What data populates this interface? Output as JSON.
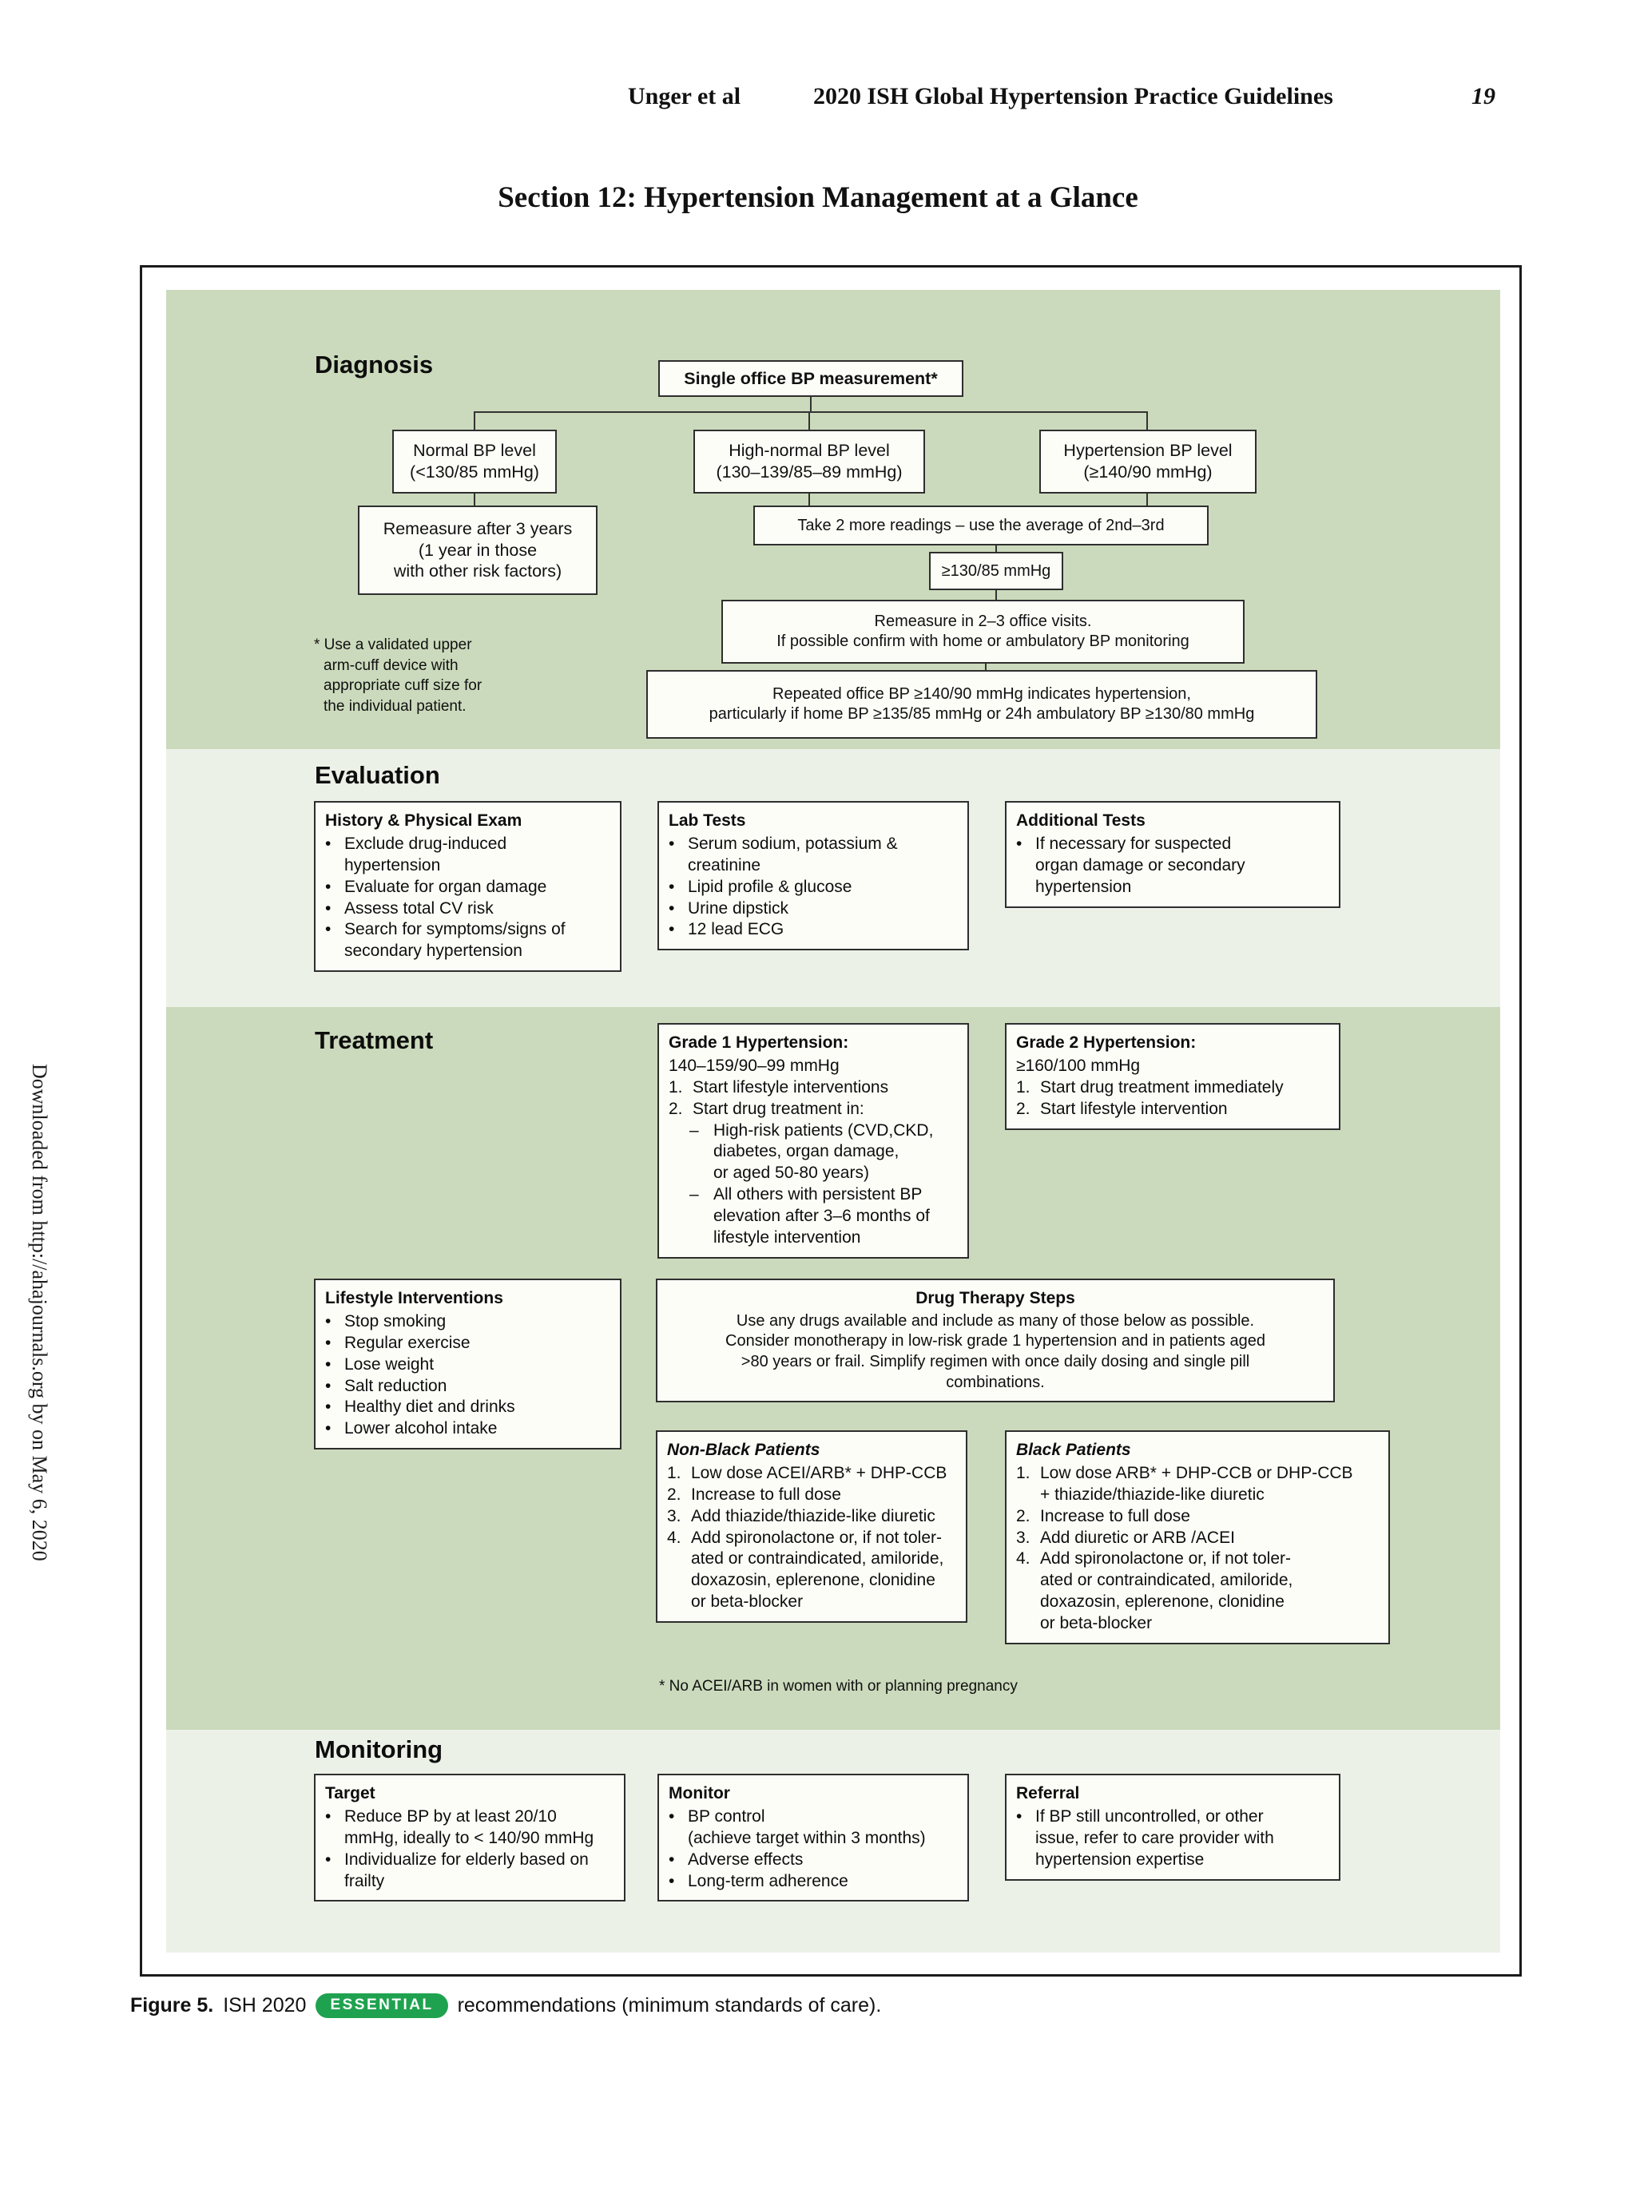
{
  "header": {
    "authors": "Unger et al",
    "journal_title": "2020 ISH Global Hypertension Practice Guidelines",
    "page_number": "19"
  },
  "section_title": "Section 12: Hypertension Management at a Glance",
  "watermark": "Downloaded from http://ahajournals.org by on May 6, 2020",
  "figure": {
    "colors": {
      "band_green": "#cbdabc",
      "band_light": "#ecf1e8",
      "box_bg": "#fdfdf8",
      "box_border": "#2e2e2e",
      "badge_green": "#1fa24f"
    },
    "diagnosis": {
      "heading": "Diagnosis",
      "single_office": "Single office BP measurement*",
      "normal": "Normal BP level\n(<130/85 mmHg)",
      "high_normal": "High-normal BP level\n(130–139/85–89 mmHg)",
      "hypertension": "Hypertension BP level\n(≥140/90 mmHg)",
      "remeasure_3_years": "Remeasure after 3 years\n(1 year in those\nwith other risk factors)",
      "take_2_readings": "Take 2 more readings – use the average of 2nd–3rd",
      "threshold": "≥130/85 mmHg",
      "remeasure_visits": "Remeasure in 2–3 office visits.\nIf possible confirm with home or ambulatory BP monitoring",
      "repeated_bp": "Repeated office BP ≥140/90 mmHg indicates hypertension,\nparticularly if home BP ≥135/85 mmHg or 24h ambulatory BP ≥130/80 mmHg",
      "footnote": "* Use a validated upper\narm-cuff device with\nappropriate cuff size for\nthe individual patient."
    },
    "evaluation": {
      "heading": "Evaluation",
      "history": {
        "title": "History & Physical Exam",
        "items": [
          {
            "m": "•",
            "t": "Exclude drug-induced\nhypertension"
          },
          {
            "m": "•",
            "t": "Evaluate for organ damage"
          },
          {
            "m": "•",
            "t": "Assess total CV risk"
          },
          {
            "m": "•",
            "t": "Search for symptoms/signs of\nsecondary hypertension"
          }
        ]
      },
      "lab": {
        "title": "Lab Tests",
        "items": [
          {
            "m": "•",
            "t": "Serum sodium, potassium &\ncreatinine"
          },
          {
            "m": "•",
            "t": "Lipid profile & glucose"
          },
          {
            "m": "•",
            "t": "Urine dipstick"
          },
          {
            "m": "•",
            "t": "12 lead ECG"
          }
        ]
      },
      "additional": {
        "title": "Additional Tests",
        "items": [
          {
            "m": "•",
            "t": "If necessary for suspected\norgan damage or secondary\nhypertension"
          }
        ]
      }
    },
    "treatment": {
      "heading": "Treatment",
      "grade1": {
        "title": "Grade 1 Hypertension:",
        "subtitle": "140–159/90–99 mmHg",
        "items": [
          {
            "m": "1.",
            "t": "Start lifestyle interventions"
          },
          {
            "m": "2.",
            "t": "Start drug treatment in:"
          },
          {
            "m": "–",
            "t": "High-risk patients (CVD,CKD,\ndiabetes, organ damage,\nor aged 50-80 years)",
            "ind": 1
          },
          {
            "m": "–",
            "t": "All others with persistent BP\nelevation after 3–6 months of\nlifestyle intervention",
            "ind": 1
          }
        ]
      },
      "grade2": {
        "title": "Grade 2 Hypertension:",
        "subtitle": "≥160/100 mmHg",
        "items": [
          {
            "m": "1.",
            "t": "Start drug treatment immediately"
          },
          {
            "m": "2.",
            "t": "Start lifestyle intervention"
          }
        ]
      },
      "lifestyle": {
        "title": "Lifestyle Interventions",
        "items": [
          {
            "m": "•",
            "t": "Stop smoking"
          },
          {
            "m": "•",
            "t": "Regular exercise"
          },
          {
            "m": "•",
            "t": "Lose weight"
          },
          {
            "m": "•",
            "t": "Salt reduction"
          },
          {
            "m": "•",
            "t": "Healthy diet and drinks"
          },
          {
            "m": "•",
            "t": "Lower alcohol intake"
          }
        ]
      },
      "drug_therapy": {
        "title": "Drug Therapy Steps",
        "body": "Use any drugs available and include as many of those below as possible.\nConsider monotherapy in low-risk grade 1 hypertension and in patients aged\n>80 years or frail. Simplify regimen with once daily dosing and single pill\ncombinations."
      },
      "non_black": {
        "title": "Non-Black Patients",
        "items": [
          {
            "m": "1.",
            "t": "Low dose ACEI/ARB* + DHP-CCB"
          },
          {
            "m": "2.",
            "t": "Increase to full dose"
          },
          {
            "m": "3.",
            "t": "Add thiazide/thiazide-like diuretic"
          },
          {
            "m": "4.",
            "t": "Add spironolactone or, if not toler-\nated or contraindicated, amiloride,\ndoxazosin, eplerenone, clonidine\nor beta-blocker"
          }
        ]
      },
      "black": {
        "title": "Black Patients",
        "items": [
          {
            "m": "1.",
            "t": "Low dose ARB* + DHP-CCB or DHP-CCB\n+ thiazide/thiazide-like diuretic"
          },
          {
            "m": "2.",
            "t": "Increase to full dose"
          },
          {
            "m": "3.",
            "t": "Add diuretic or ARB /ACEI"
          },
          {
            "m": "4.",
            "t": "Add spironolactone or, if not toler-\nated or contraindicated, amiloride,\ndoxazosin, eplerenone, clonidine\nor beta-blocker"
          }
        ]
      },
      "footnote": "* No ACEI/ARB in women with or planning pregnancy"
    },
    "monitoring": {
      "heading": "Monitoring",
      "target": {
        "title": "Target",
        "items": [
          {
            "m": "•",
            "t": "Reduce BP by at least 20/10\nmmHg, ideally to < 140/90 mmHg"
          },
          {
            "m": "•",
            "t": "Individualize for elderly based on\nfrailty"
          }
        ]
      },
      "monitor": {
        "title": "Monitor",
        "items": [
          {
            "m": "•",
            "t": "BP control\n(achieve target within 3 months)"
          },
          {
            "m": "•",
            "t": "Adverse effects"
          },
          {
            "m": "•",
            "t": "Long-term adherence"
          }
        ]
      },
      "referral": {
        "title": "Referral",
        "items": [
          {
            "m": "•",
            "t": "If BP still uncontrolled, or other\nissue, refer to care provider with\nhypertension expertise"
          }
        ]
      }
    }
  },
  "caption": {
    "label": "Figure 5.",
    "before_badge": "ISH 2020",
    "badge": "ESSENTIAL",
    "after_badge": "recommendations (minimum standards of care)."
  }
}
